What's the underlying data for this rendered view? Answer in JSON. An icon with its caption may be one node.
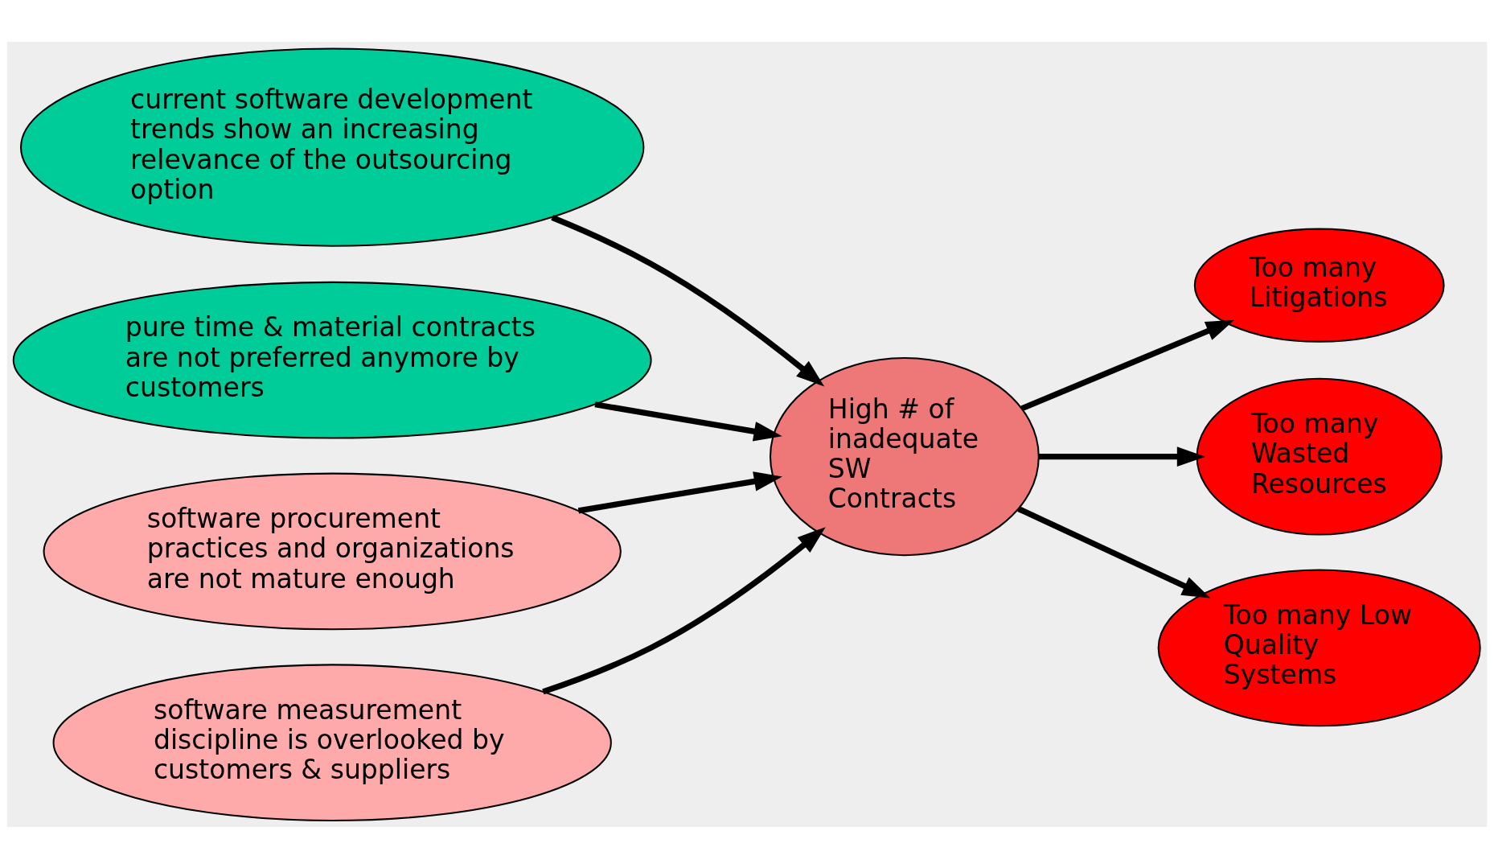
{
  "diagram": {
    "nodes": [
      {
        "text": [
          "current software development trends show an increasing relevance of the outsourcing option"
        ]
      },
      {
        "text": [
          "pure time & material contracts are not preferred anymore by customers"
        ]
      },
      {
        "text": [
          "software procurement practices and organizations are not mature enough"
        ]
      },
      {
        "text": [
          "software measurement discipline is overlooked by customers & suppliers"
        ]
      },
      {
        "text": [
          "High # of inadequate SW Contracts"
        ]
      },
      {
        "text": [
          "Too many Litigations"
        ]
      },
      {
        "text": [
          "Too many Wasted Resources"
        ]
      },
      {
        "text": [
          "Too many Low Quality Systems"
        ]
      }
    ],
    "edges": [
      {
        "from": 0,
        "to": 4,
        "arrow": "to"
      },
      {
        "from": 1,
        "to": 4,
        "arrow": "to"
      },
      {
        "from": 2,
        "to": 4,
        "arrow": "to"
      },
      {
        "from": 3,
        "to": 4,
        "arrow": "to"
      },
      {
        "from": 4,
        "to": 5,
        "arrow": "to"
      },
      {
        "from": 4,
        "to": 6,
        "arrow": "to"
      },
      {
        "from": 4,
        "to": 7,
        "arrow": "to"
      }
    ]
  }
}
